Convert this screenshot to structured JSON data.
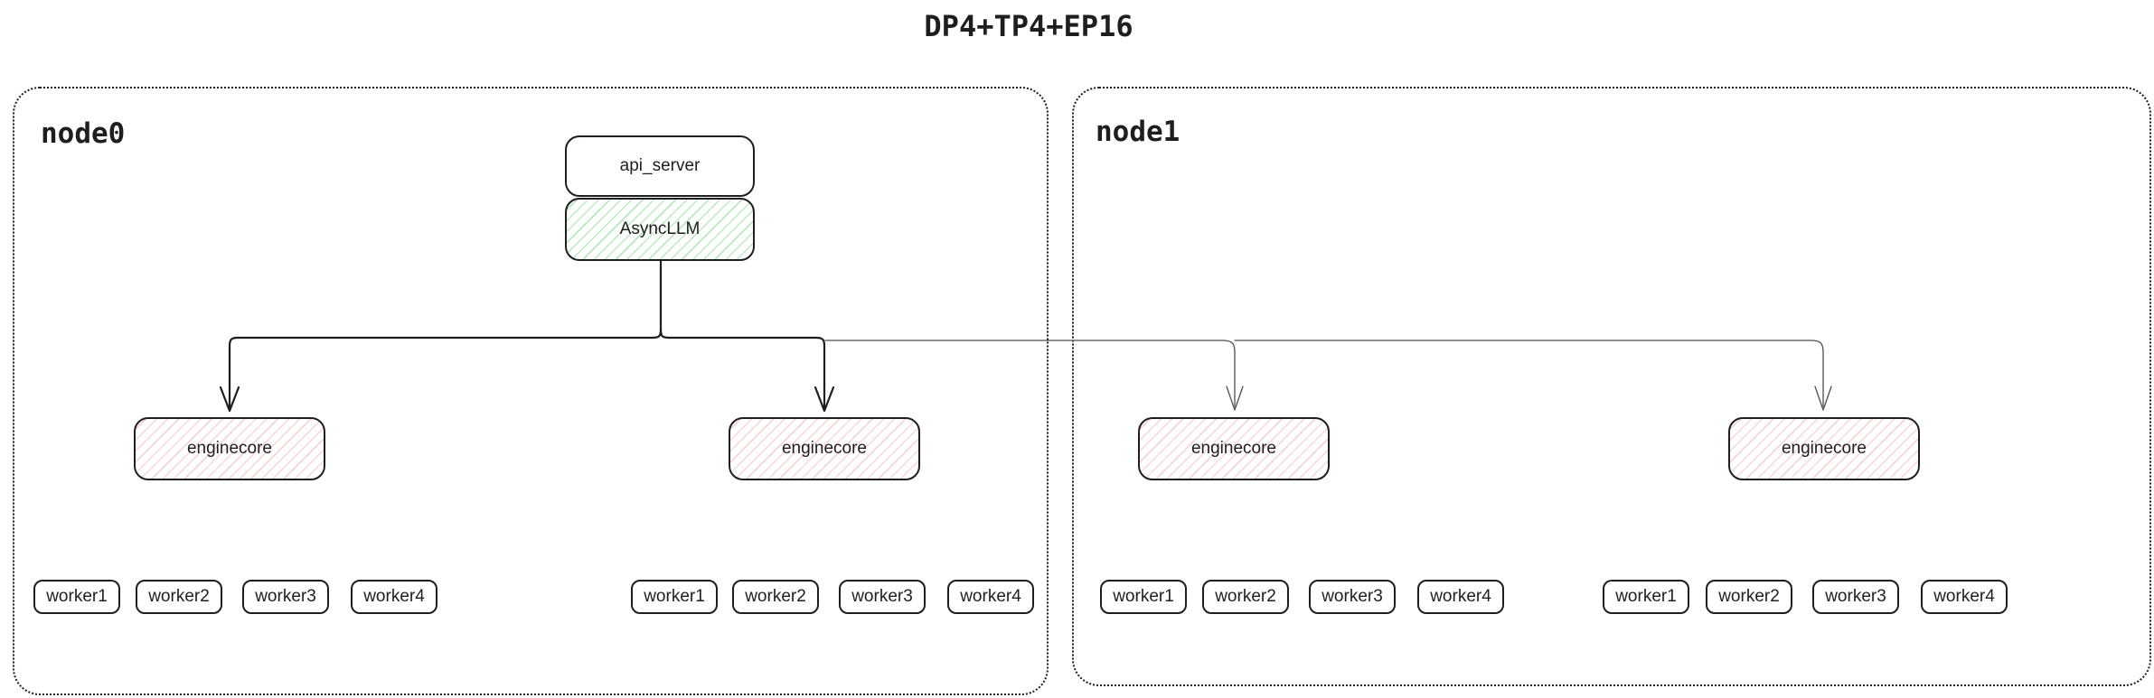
{
  "title": "DP4+TP4+EP16",
  "colors": {
    "ink": "#1e1e1e",
    "green_hatch": "#a5e8ae",
    "red_hatch": "#ffc9c9",
    "thin_arrow": "#4f4f4f",
    "background": "#ffffff"
  },
  "node0": {
    "label": "node0",
    "api_server_label": "api_server",
    "asyncllm_label": "AsyncLLM",
    "enginecore1_label": "enginecore",
    "enginecore2_label": "enginecore",
    "workers1": [
      "worker1",
      "worker2",
      "worker3",
      "worker4"
    ],
    "workers2": [
      "worker1",
      "worker2",
      "worker3",
      "worker4"
    ]
  },
  "node1": {
    "label": "node1",
    "enginecore1_label": "enginecore",
    "enginecore2_label": "enginecore",
    "workers1": [
      "worker1",
      "worker2",
      "worker3",
      "worker4"
    ],
    "workers2": [
      "worker1",
      "worker2",
      "worker3",
      "worker4"
    ]
  }
}
